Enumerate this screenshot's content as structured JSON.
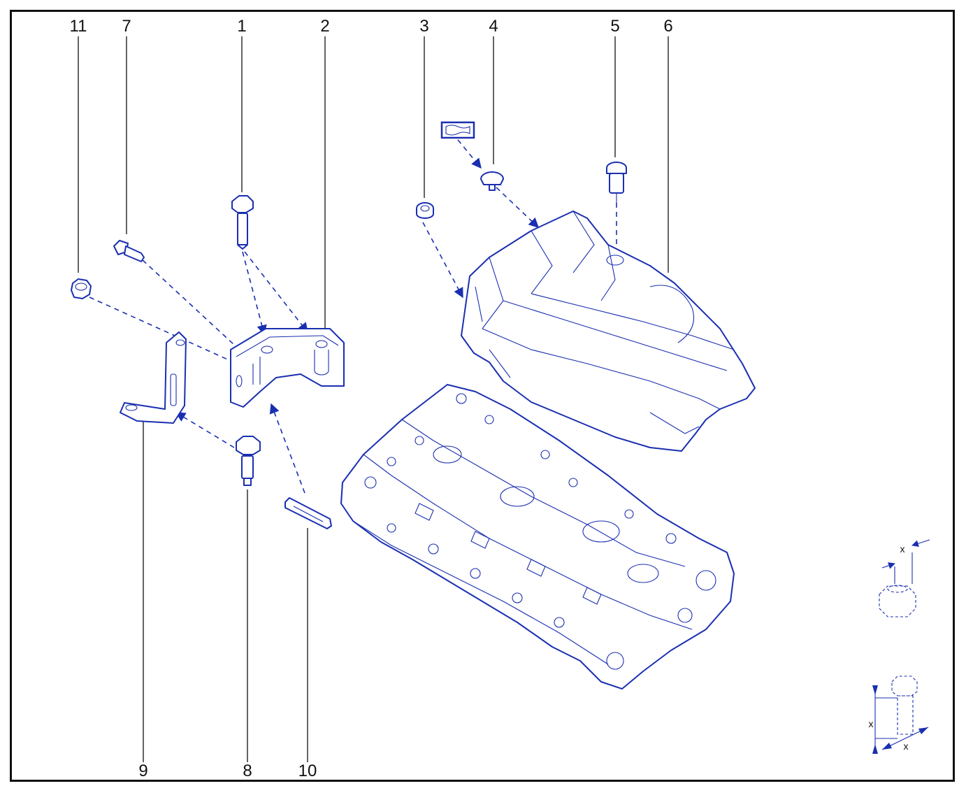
{
  "callouts": {
    "c1": "1",
    "c2": "2",
    "c3": "3",
    "c4": "4",
    "c5": "5",
    "c6": "6",
    "c7": "7",
    "c8": "8",
    "c9": "9",
    "c10": "10",
    "c11": "11"
  },
  "legend": {
    "nut_dimension": "x",
    "bolt_dimension_length": "x",
    "bolt_dimension_diameter": "x"
  },
  "colors": {
    "linework": "#1a2fb0",
    "frame": "#111111"
  }
}
